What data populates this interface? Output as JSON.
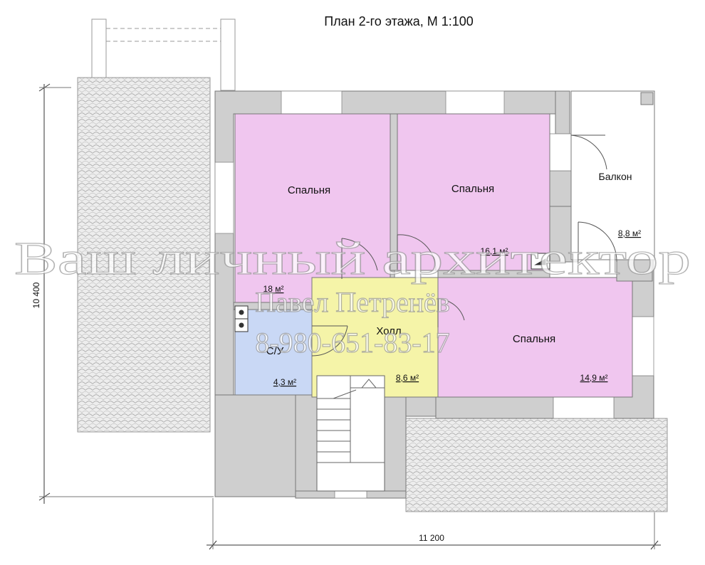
{
  "title": "План 2-го этажа, М 1:100",
  "dimensions": {
    "height": "10 400",
    "width": "11 200"
  },
  "rooms": [
    {
      "name": "Спальня",
      "area": "18 м²"
    },
    {
      "name": "Спальня",
      "area": "16,1 м²"
    },
    {
      "name": "Балкон",
      "area": "8,8 м²"
    },
    {
      "name": "Холл",
      "area": "8,6 м²"
    },
    {
      "name": "С/У",
      "area": "4,3 м²"
    },
    {
      "name": "Спальня",
      "area": "14,9 м²"
    }
  ],
  "watermark": {
    "line1": "Ваш личный архитектор",
    "line2": "Павел Петренёв",
    "line3": "8-980-651-83-17"
  },
  "colors": {
    "bedroom": "#f0c6ef",
    "hall": "#f5f4a8",
    "bathroom": "#c9d8f5",
    "wall": "#cfcfcf",
    "roof": "#ececec"
  }
}
